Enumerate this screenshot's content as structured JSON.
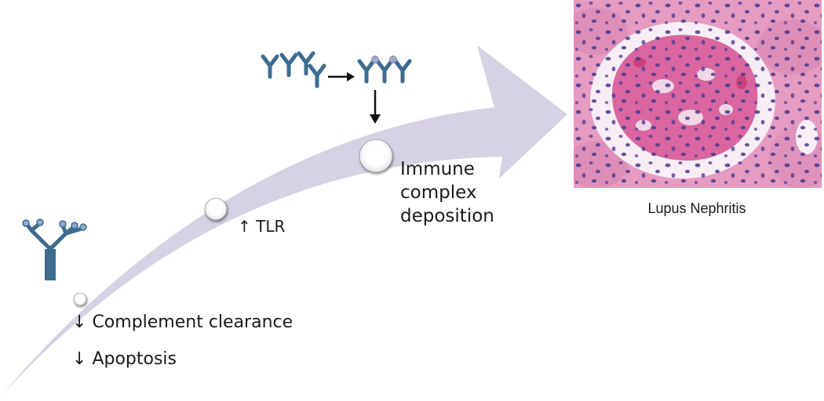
{
  "steps": {
    "complement": {
      "arrow": "↓",
      "text": "Complement clearance"
    },
    "apoptosis": {
      "arrow": "↓",
      "text": "Apoptosis"
    },
    "tlr": {
      "arrow": "↑",
      "text": "TLR"
    },
    "immune_complex": {
      "lines": [
        "Immune",
        "complex",
        "deposition"
      ]
    }
  },
  "micrograph": {
    "caption": "Lupus Nephritis"
  },
  "colors": {
    "arrow_fill": "#d6d1e3",
    "antibody": "#3f6b91",
    "antibody_tip": "#8fa7c9",
    "tissue_pink": "#e79bc0",
    "nuclei": "#4b3a8c"
  },
  "icons": {
    "antibody_large": "branched-antibody-icon",
    "antibody_group": "antibody-group-icon",
    "antibody_complex": "antibody-complex-icon"
  }
}
